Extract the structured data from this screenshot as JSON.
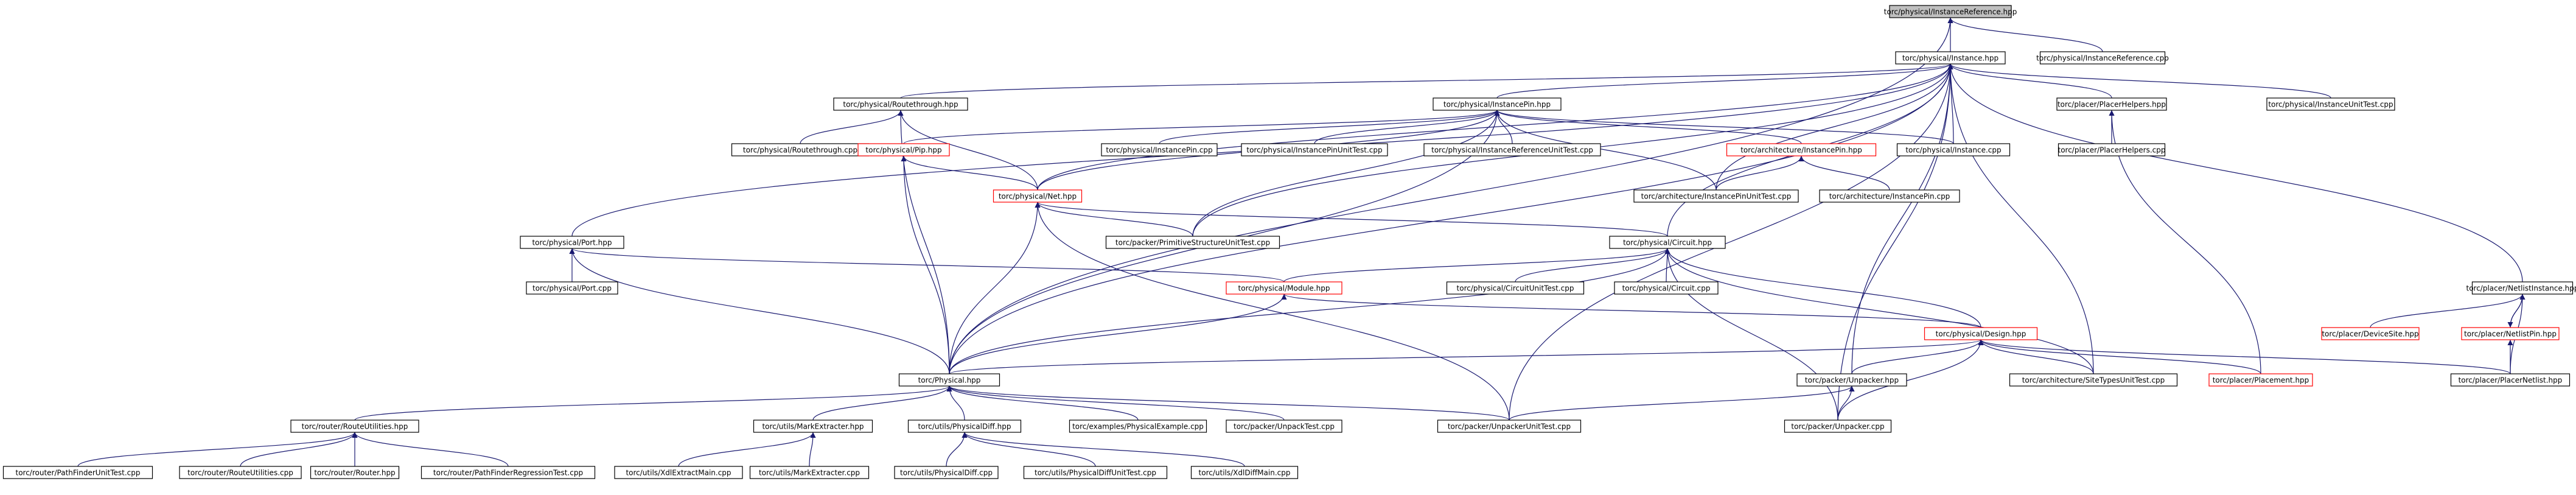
{
  "graph": {
    "edge_color": "#191970",
    "current_fill": "#bfbfbf",
    "missing_stroke": "#ff0000",
    "nodes": [
      {
        "id": "ir_hpp",
        "label": "torc/physical/InstanceReference.hpp",
        "current": true
      },
      {
        "id": "inst_hpp",
        "label": "torc/physical/Instance.hpp"
      },
      {
        "id": "ir_cpp",
        "label": "torc/physical/InstanceReference.cpp"
      },
      {
        "id": "rt_hpp",
        "label": "torc/physical/Routethrough.hpp"
      },
      {
        "id": "ip_hpp",
        "label": "torc/physical/InstancePin.hpp"
      },
      {
        "id": "ph_hpp",
        "label": "torc/placer/PlacerHelpers.hpp"
      },
      {
        "id": "iut_cpp",
        "label": "torc/physical/InstanceUnitTest.cpp"
      },
      {
        "id": "rt_cpp",
        "label": "torc/physical/Routethrough.cpp"
      },
      {
        "id": "pip_hpp",
        "label": "torc/physical/Pip.hpp",
        "missing": true
      },
      {
        "id": "ipin_cpp",
        "label": "torc/physical/InstancePin.cpp"
      },
      {
        "id": "ipinut_cpp",
        "label": "torc/physical/InstancePinUnitTest.cpp"
      },
      {
        "id": "irut_cpp",
        "label": "torc/physical/InstanceReferenceUnitTest.cpp"
      },
      {
        "id": "ainst_hpp",
        "label": "torc/architecture/InstancePin.hpp",
        "missing": true
      },
      {
        "id": "inst_cpp",
        "label": "torc/physical/Instance.cpp"
      },
      {
        "id": "ph_cpp",
        "label": "torc/placer/PlacerHelpers.cpp"
      },
      {
        "id": "aipinut_cpp",
        "label": "torc/architecture/InstancePinUnitTest.cpp"
      },
      {
        "id": "aipin_cpp",
        "label": "torc/architecture/InstancePin.cpp"
      },
      {
        "id": "net_hpp",
        "label": "torc/physical/Net.hpp",
        "missing": true
      },
      {
        "id": "psut_cpp",
        "label": "torc/packer/PrimitiveStructureUnitTest.cpp"
      },
      {
        "id": "port_hpp",
        "label": "torc/physical/Port.hpp"
      },
      {
        "id": "circ_hpp",
        "label": "torc/physical/Circuit.hpp"
      },
      {
        "id": "ni_hpp",
        "label": "torc/placer/NetlistInstance.hpp"
      },
      {
        "id": "port_cpp",
        "label": "torc/physical/Port.cpp"
      },
      {
        "id": "cut_cpp",
        "label": "torc/physical/CircuitUnitTest.cpp"
      },
      {
        "id": "circ_cpp",
        "label": "torc/physical/Circuit.cpp"
      },
      {
        "id": "mod_hpp",
        "label": "torc/physical/Module.hpp",
        "missing": true
      },
      {
        "id": "ds_hpp",
        "label": "torc/placer/DeviceSite.hpp",
        "missing": true
      },
      {
        "id": "np_hpp",
        "label": "torc/placer/NetlistPin.hpp",
        "missing": true
      },
      {
        "id": "des_hpp",
        "label": "torc/physical/Design.hpp",
        "missing": true
      },
      {
        "id": "phys_hpp",
        "label": "torc/Physical.hpp"
      },
      {
        "id": "unp_hpp",
        "label": "torc/packer/Unpacker.hpp"
      },
      {
        "id": "stut_cpp",
        "label": "torc/architecture/SiteTypesUnitTest.cpp"
      },
      {
        "id": "plc_hpp",
        "label": "torc/placer/Placement.hpp",
        "missing": true
      },
      {
        "id": "pn_hpp",
        "label": "torc/placer/PlacerNetlist.hpp"
      },
      {
        "id": "ru_hpp",
        "label": "torc/router/RouteUtilities.hpp"
      },
      {
        "id": "me_hpp",
        "label": "torc/utils/MarkExtracter.hpp"
      },
      {
        "id": "pd_hpp",
        "label": "torc/utils/PhysicalDiff.hpp"
      },
      {
        "id": "pe_cpp",
        "label": "torc/examples/PhysicalExample.cpp"
      },
      {
        "id": "upt_cpp",
        "label": "torc/packer/UnpackTest.cpp"
      },
      {
        "id": "uput_cpp",
        "label": "torc/packer/UnpackerUnitTest.cpp"
      },
      {
        "id": "unp_cpp",
        "label": "torc/packer/Unpacker.cpp"
      },
      {
        "id": "pfut_cpp",
        "label": "torc/router/PathFinderUnitTest.cpp"
      },
      {
        "id": "ru_cpp",
        "label": "torc/router/RouteUtilities.cpp"
      },
      {
        "id": "router_hpp",
        "label": "torc/router/Router.hpp"
      },
      {
        "id": "pfrt_cpp",
        "label": "torc/router/PathFinderRegressionTest.cpp"
      },
      {
        "id": "xem_cpp",
        "label": "torc/utils/XdlExtractMain.cpp"
      },
      {
        "id": "me_cpp",
        "label": "torc/utils/MarkExtracter.cpp"
      },
      {
        "id": "pd_cpp",
        "label": "torc/utils/PhysicalDiff.cpp"
      },
      {
        "id": "pdut_cpp",
        "label": "torc/utils/PhysicalDiffUnitTest.cpp"
      },
      {
        "id": "xdm_cpp",
        "label": "torc/utils/XdlDiffMain.cpp"
      }
    ],
    "edges": [
      [
        "ir_hpp",
        "inst_hpp"
      ],
      [
        "ir_hpp",
        "ir_cpp"
      ],
      [
        "ir_hpp",
        "phys_hpp"
      ],
      [
        "inst_hpp",
        "rt_hpp"
      ],
      [
        "inst_hpp",
        "ip_hpp"
      ],
      [
        "inst_hpp",
        "ph_hpp"
      ],
      [
        "inst_hpp",
        "iut_cpp"
      ],
      [
        "inst_hpp",
        "inst_cpp"
      ],
      [
        "inst_hpp",
        "port_hpp"
      ],
      [
        "inst_hpp",
        "circ_hpp"
      ],
      [
        "inst_hpp",
        "ni_hpp"
      ],
      [
        "inst_hpp",
        "phys_hpp"
      ],
      [
        "inst_hpp",
        "net_hpp"
      ],
      [
        "inst_hpp",
        "psut_cpp"
      ],
      [
        "inst_hpp",
        "unp_hpp"
      ],
      [
        "inst_hpp",
        "uput_cpp"
      ],
      [
        "inst_hpp",
        "stut_cpp"
      ],
      [
        "inst_hpp",
        "unp_cpp"
      ],
      [
        "inst_hpp",
        "aipinut_cpp"
      ],
      [
        "rt_hpp",
        "rt_cpp"
      ],
      [
        "rt_hpp",
        "net_hpp"
      ],
      [
        "rt_hpp",
        "phys_hpp"
      ],
      [
        "ip_hpp",
        "pip_hpp"
      ],
      [
        "ip_hpp",
        "ipin_cpp"
      ],
      [
        "ip_hpp",
        "ipinut_cpp"
      ],
      [
        "ip_hpp",
        "irut_cpp"
      ],
      [
        "ip_hpp",
        "ainst_hpp"
      ],
      [
        "ip_hpp",
        "inst_cpp"
      ],
      [
        "ip_hpp",
        "net_hpp"
      ],
      [
        "ip_hpp",
        "psut_cpp"
      ],
      [
        "ip_hpp",
        "phys_hpp"
      ],
      [
        "ip_hpp",
        "aipinut_cpp"
      ],
      [
        "ph_hpp",
        "ph_cpp"
      ],
      [
        "ph_hpp",
        "plc_hpp"
      ],
      [
        "ainst_hpp",
        "aipinut_cpp"
      ],
      [
        "ainst_hpp",
        "aipin_cpp"
      ],
      [
        "pip_hpp",
        "net_hpp"
      ],
      [
        "pip_hpp",
        "phys_hpp"
      ],
      [
        "net_hpp",
        "psut_cpp"
      ],
      [
        "net_hpp",
        "circ_hpp"
      ],
      [
        "net_hpp",
        "phys_hpp"
      ],
      [
        "net_hpp",
        "uput_cpp"
      ],
      [
        "port_hpp",
        "port_cpp"
      ],
      [
        "port_hpp",
        "mod_hpp"
      ],
      [
        "port_hpp",
        "phys_hpp"
      ],
      [
        "circ_hpp",
        "mod_hpp"
      ],
      [
        "circ_hpp",
        "cut_cpp"
      ],
      [
        "circ_hpp",
        "circ_cpp"
      ],
      [
        "circ_hpp",
        "des_hpp"
      ],
      [
        "circ_hpp",
        "phys_hpp"
      ],
      [
        "circ_hpp",
        "stut_cpp"
      ],
      [
        "circ_hpp",
        "unp_cpp"
      ],
      [
        "mod_hpp",
        "des_hpp"
      ],
      [
        "mod_hpp",
        "phys_hpp"
      ],
      [
        "ni_hpp",
        "ds_hpp"
      ],
      [
        "ni_hpp",
        "np_hpp"
      ],
      [
        "ni_hpp",
        "pn_hpp"
      ],
      [
        "np_hpp",
        "ni_hpp"
      ],
      [
        "np_hpp",
        "pn_hpp"
      ],
      [
        "des_hpp",
        "phys_hpp"
      ],
      [
        "des_hpp",
        "unp_hpp"
      ],
      [
        "des_hpp",
        "stut_cpp"
      ],
      [
        "des_hpp",
        "plc_hpp"
      ],
      [
        "des_hpp",
        "pn_hpp"
      ],
      [
        "des_hpp",
        "unp_cpp"
      ],
      [
        "phys_hpp",
        "ru_hpp"
      ],
      [
        "phys_hpp",
        "me_hpp"
      ],
      [
        "phys_hpp",
        "pd_hpp"
      ],
      [
        "phys_hpp",
        "pe_cpp"
      ],
      [
        "phys_hpp",
        "upt_cpp"
      ],
      [
        "phys_hpp",
        "uput_cpp"
      ],
      [
        "unp_hpp",
        "uput_cpp"
      ],
      [
        "unp_hpp",
        "unp_cpp"
      ],
      [
        "ru_hpp",
        "pfut_cpp"
      ],
      [
        "ru_hpp",
        "ru_cpp"
      ],
      [
        "ru_hpp",
        "router_hpp"
      ],
      [
        "ru_hpp",
        "pfrt_cpp"
      ],
      [
        "me_hpp",
        "xem_cpp"
      ],
      [
        "me_hpp",
        "me_cpp"
      ],
      [
        "pd_hpp",
        "pd_cpp"
      ],
      [
        "pd_hpp",
        "pdut_cpp"
      ],
      [
        "pd_hpp",
        "xdm_cpp"
      ]
    ]
  }
}
